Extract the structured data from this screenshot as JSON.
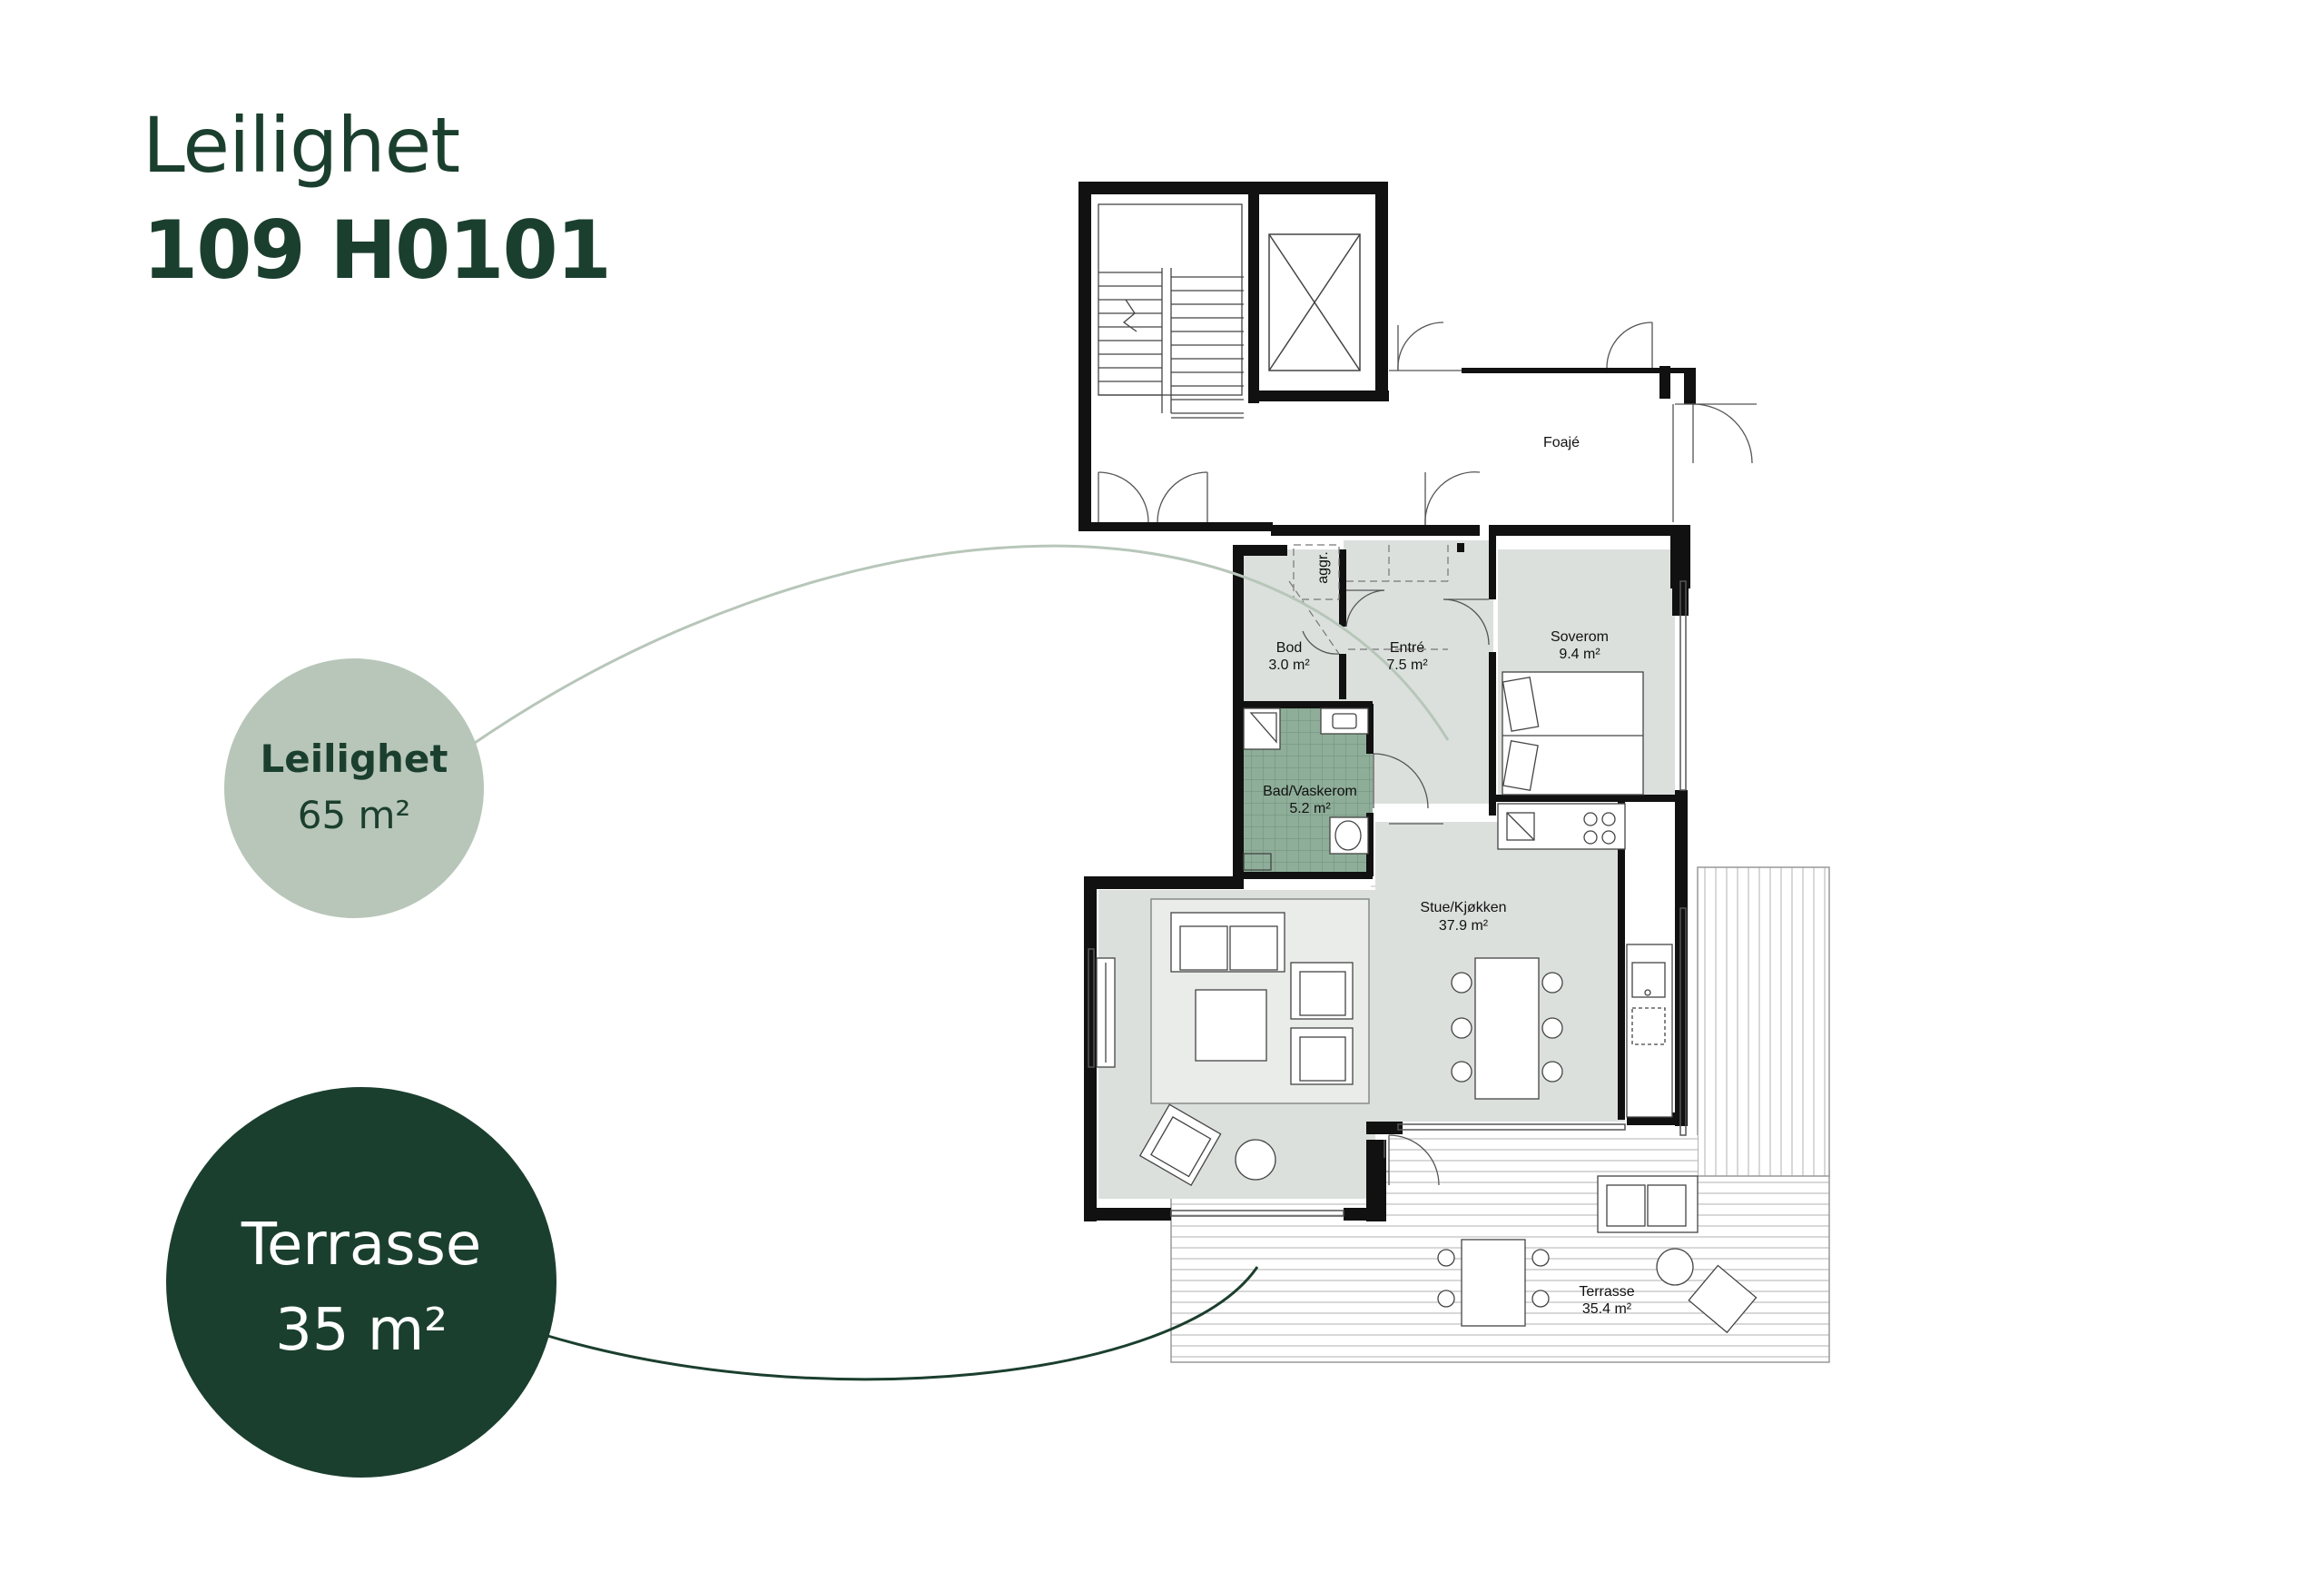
{
  "heading": {
    "line1": "Leilighet",
    "line2": "109 H0101"
  },
  "summary": {
    "apartment": {
      "label": "Leilighet",
      "area": "65 m²",
      "color": "#b7c6b9"
    },
    "terrace": {
      "label": "Terrasse",
      "area": "35 m²",
      "color": "#1b3f2e"
    }
  },
  "rooms": {
    "foyer": {
      "name": "Foajé"
    },
    "bod": {
      "name": "Bod",
      "area": "3.0 m²"
    },
    "entre": {
      "name": "Entré",
      "area": "7.5 m²"
    },
    "bedroom": {
      "name": "Soverom",
      "area": "9.4 m²"
    },
    "bath": {
      "name": "Bad/Vaskerom",
      "area": "5.2 m²"
    },
    "living": {
      "name": "Stue/Kjøkken",
      "area": "37.9 m²"
    },
    "terrace": {
      "name": "Terrasse",
      "area": "35.4 m²"
    },
    "aggr": {
      "name": "aggr."
    }
  },
  "colors": {
    "room_fill": "#dbe0dd",
    "bath_fill": "#8fae99",
    "wall": "#111111",
    "deck_line": "#b9b9b9"
  }
}
